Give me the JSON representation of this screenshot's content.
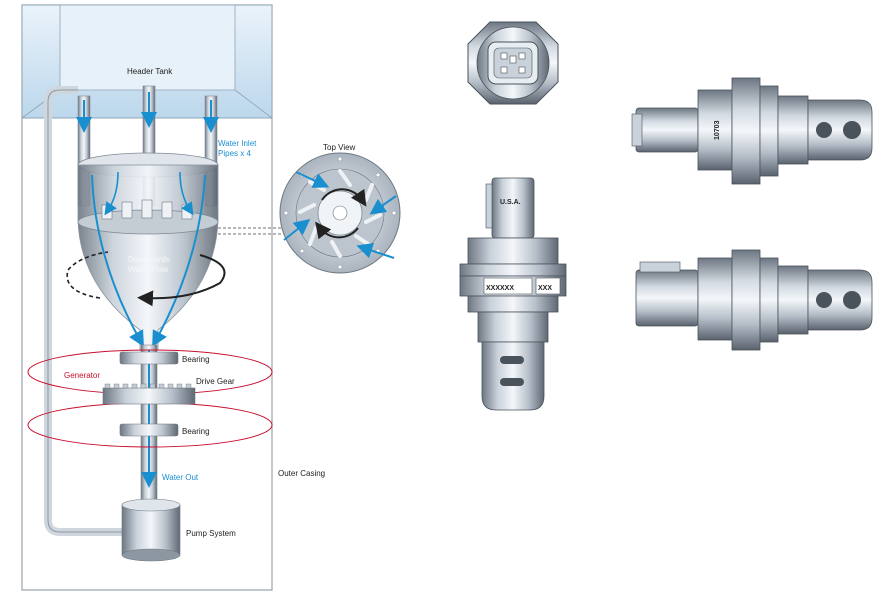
{
  "diagram": {
    "labels": {
      "header_tank": "Header Tank",
      "water_inlet_line1": "Water Inlet",
      "water_inlet_line2": "Pipes x 4",
      "top_view": "Top View",
      "downwards_line1": "Downwards",
      "downwards_line2": "Water Flow",
      "bearing_top": "Bearing",
      "generator": "Generator",
      "drive_gear": "Drive Gear",
      "bearing_bottom": "Bearing",
      "water_out": "Water Out",
      "outer_casing": "Outer Casing",
      "pump_system": "Pump System"
    },
    "sensor": {
      "usa_mark": "U.S.A.",
      "serial": "XXXXXX",
      "serial_side": "XXX",
      "part_number": "10703"
    },
    "colors": {
      "water": "#1a8fd0",
      "tank": "#cfe3f1",
      "generator": "#c8102e",
      "metal_dark": "#6d7782",
      "metal_light": "#e8edf2"
    }
  }
}
